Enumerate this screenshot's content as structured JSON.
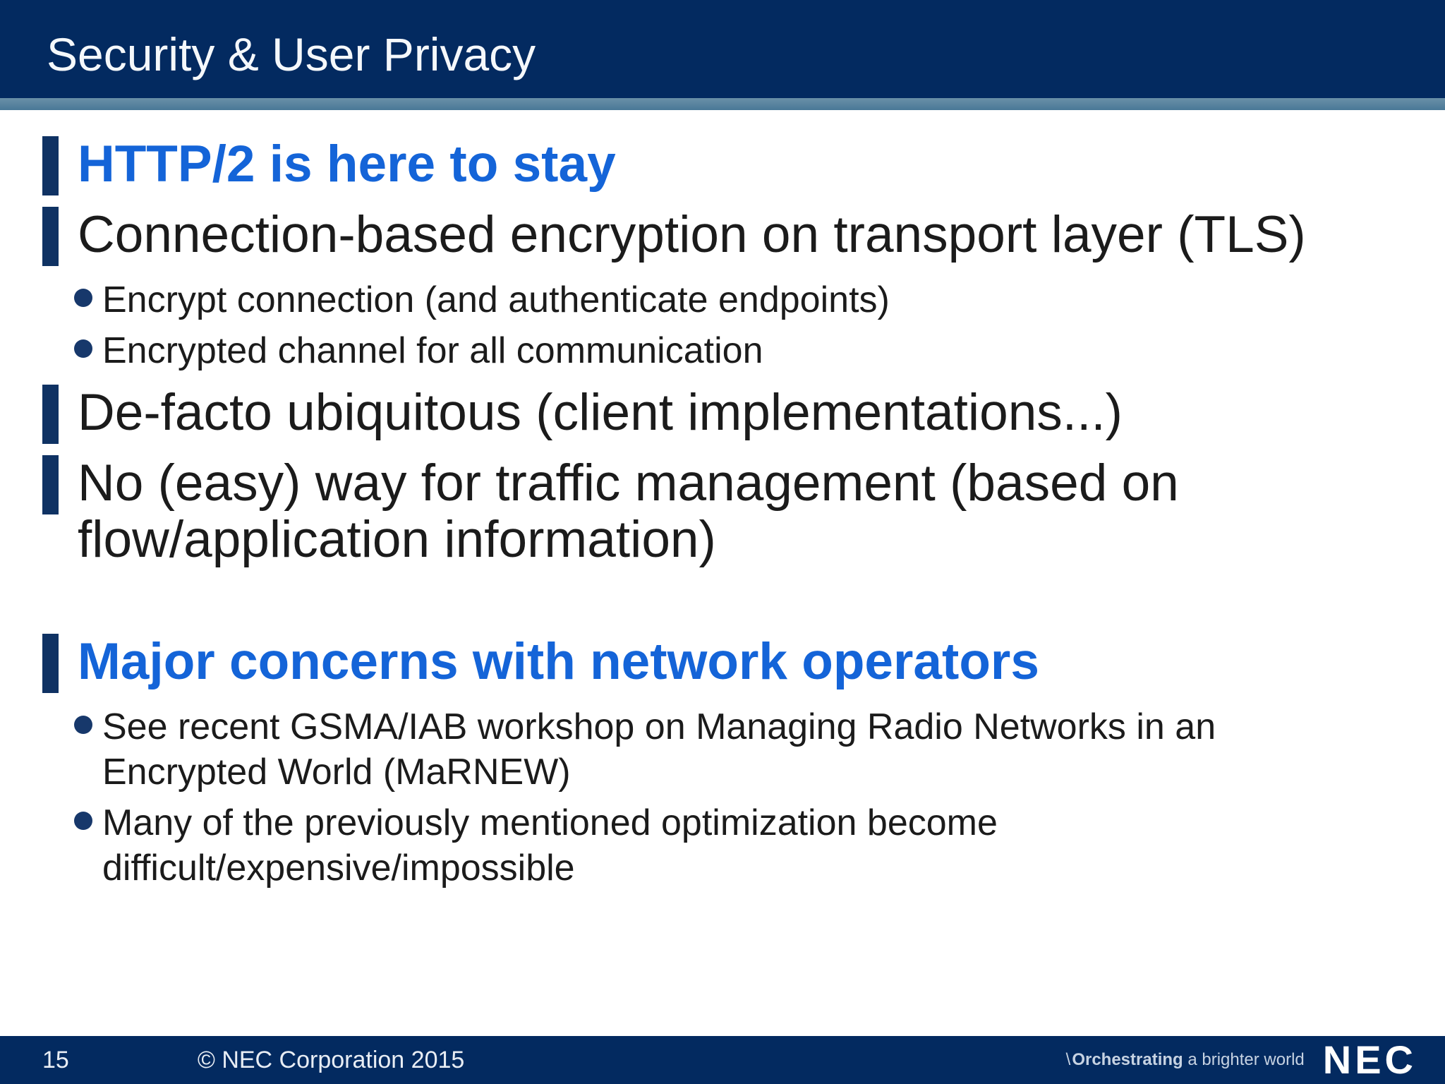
{
  "slide": {
    "title": "Security & User Privacy",
    "sections": [
      {
        "items": [
          {
            "type": "heading",
            "text": "HTTP/2 is here to stay"
          },
          {
            "type": "point",
            "text": "Connection-based encryption on transport layer (TLS)"
          },
          {
            "type": "sub",
            "text": "Encrypt connection (and authenticate endpoints)"
          },
          {
            "type": "sub",
            "text": "Encrypted channel for all communication"
          },
          {
            "type": "point",
            "text": "De-facto ubiquitous (client implementations...)"
          },
          {
            "type": "point",
            "text": "No (easy) way for traffic management (based on flow/application information)"
          }
        ]
      },
      {
        "items": [
          {
            "type": "heading",
            "text": "Major concerns with network operators"
          },
          {
            "type": "sub",
            "text": "See recent GSMA/IAB workshop on Managing Radio Networks in an Encrypted World (MaRNEW)"
          },
          {
            "type": "sub",
            "text": "Many of the previously mentioned optimization become difficult/expensive/impossible"
          }
        ]
      }
    ]
  },
  "footer": {
    "page_number": "15",
    "copyright": "© NEC Corporation 2015",
    "tagline_slash": "\\",
    "tagline_bold": "Orchestrating",
    "tagline_rest": " a brighter world",
    "logo": "NEC"
  },
  "colors": {
    "header_navy": "#032a60",
    "accent_strip_blue": "#4d7c99",
    "heading_blue": "#1464d8",
    "bar_bullet_navy": "#0f3263",
    "dot_bullet_navy": "#17386b",
    "body_text": "#1b1b1b",
    "footer_navy": "#032a60",
    "footer_text": "#e8edf4",
    "tagline_text": "#c6d2e2"
  }
}
